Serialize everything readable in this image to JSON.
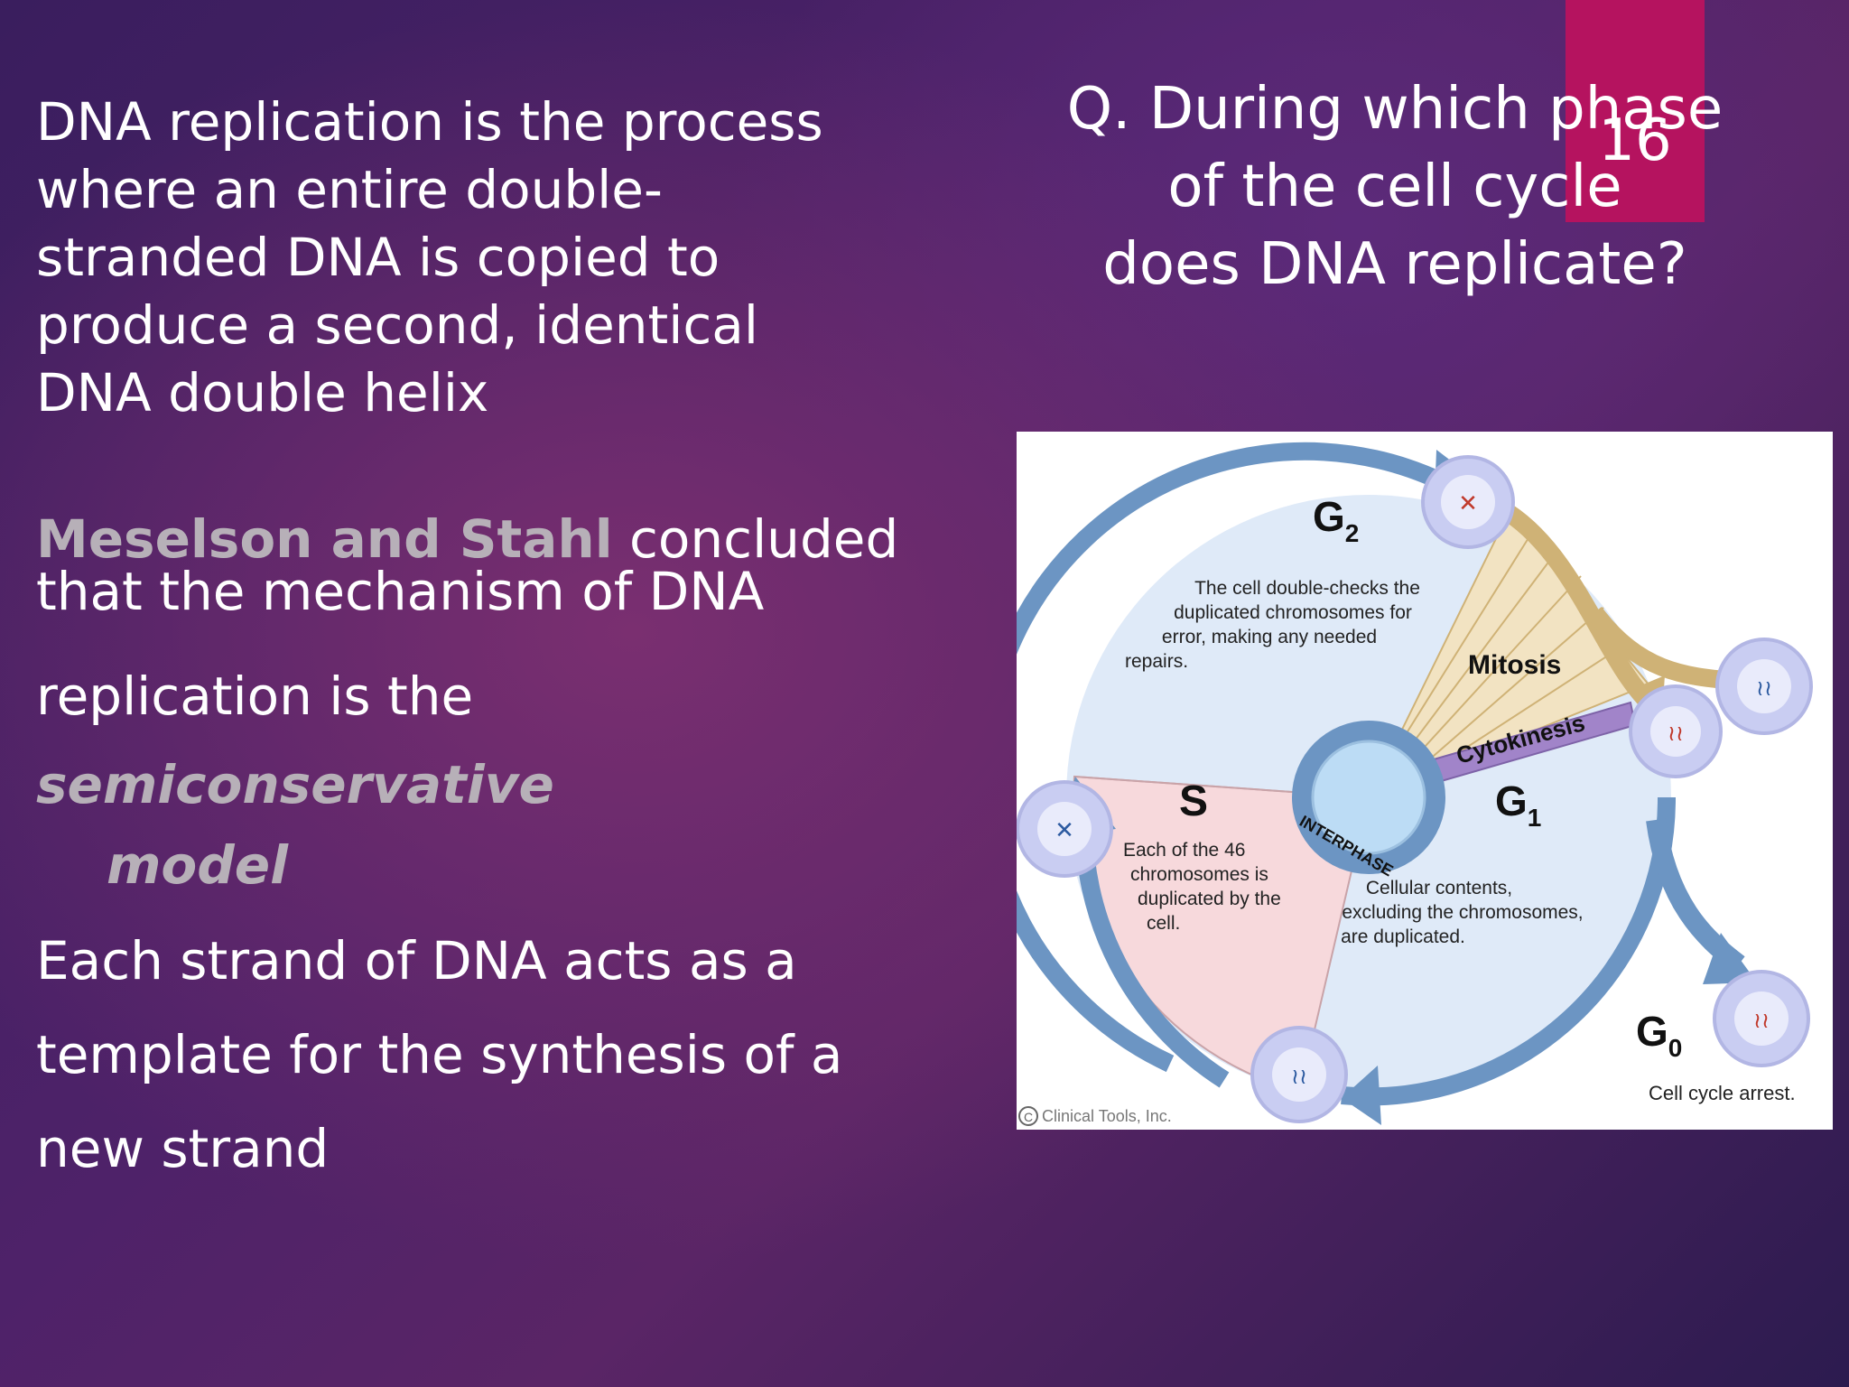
{
  "slide": {
    "page_number": "16",
    "paragraph1": "DNA replication is the process where an entire double-stranded DNA is copied to produce a second, identical DNA double helix",
    "paragraph2": {
      "names": "Meselson and Stahl",
      "text_a": " concluded",
      "text_b": "that the mechanism of DNA",
      "text_c": "replication is the ",
      "term": "semiconservative",
      "term_end": "model"
    },
    "paragraph3": [
      "Each strand of DNA acts as a",
      "template for the synthesis of a",
      "new strand"
    ],
    "question": [
      "Q. During which phase",
      "of the cell cycle",
      "does DNA replicate?"
    ]
  },
  "diagram": {
    "g2": "G",
    "g2_sub": "2",
    "g2_desc": [
      "The cell double-checks the",
      "duplicated chromosomes for",
      "error, making any needed",
      "repairs."
    ],
    "mitosis": "Mitosis",
    "cytokinesis": "Cytokinesis",
    "s": "S",
    "s_desc": [
      "Each of the 46",
      "chromosomes is",
      "duplicated by the",
      "cell."
    ],
    "interphase": "INTERPHASE",
    "g1": "G",
    "g1_sub": "1",
    "g1_desc": [
      "Cellular contents,",
      "excluding the chromosomes,",
      "are duplicated."
    ],
    "g0": "G",
    "g0_sub": "0",
    "g0_desc": "Cell cycle arrest.",
    "credit": "Clinical Tools, Inc.",
    "colors": {
      "arrow_blue": "#6c95c3",
      "mitosis_tan": "#cfb276",
      "cell_fill": "#c9cdf2",
      "s_pink": "#f7d9dc",
      "g_blue": "#dfeaf8",
      "cyto_purple": "#a184c9"
    }
  }
}
